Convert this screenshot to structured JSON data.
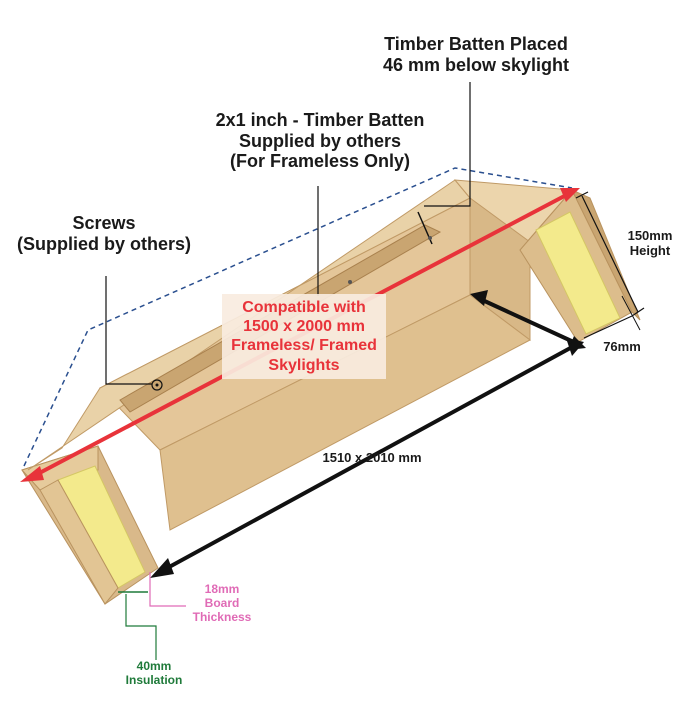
{
  "labels": {
    "batten_placed_line1": "Timber Batten Placed",
    "batten_placed_line2": "46 mm below skylight",
    "batten_size_line1": "2x1 inch - Timber Batten",
    "batten_size_line2": "Supplied by others",
    "batten_size_line3": "(For Frameless Only)",
    "screws_line1": "Screws",
    "screws_line2": "(Supplied by others)",
    "height_line1": "150mm",
    "height_line2": "Height",
    "width_76": "76mm",
    "compatible_line1": "Compatible with",
    "compatible_line2": "1500 x 2000 mm",
    "compatible_line3": "Frameless/ Framed",
    "compatible_line4": "Skylights",
    "internal_size": "1510 x 2010 mm",
    "board_line1": "18mm",
    "board_line2": "Board",
    "board_line3": "Thickness",
    "insulation_line1": "40mm",
    "insulation_line2": "Insulation"
  },
  "colors": {
    "wood_light": "#e8cfa6",
    "wood_mid": "#dcbd8c",
    "wood_dark": "#c9a571",
    "insulation": "#f3ea8c",
    "red_arrow": "#e8333a",
    "blue_dash": "#2a4f8f",
    "pink": "#e06bb6",
    "green": "#1f7a3a",
    "black": "#111111"
  }
}
